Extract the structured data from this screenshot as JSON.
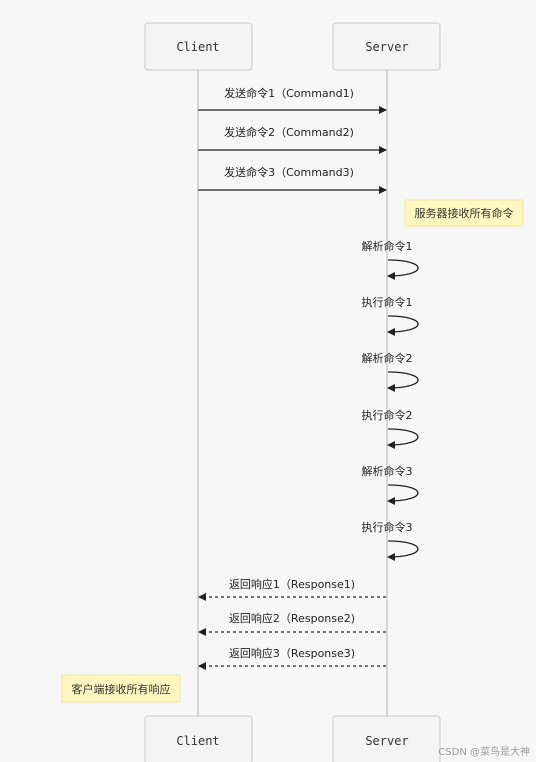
{
  "actors": {
    "client": "Client",
    "server": "Server"
  },
  "messages": [
    {
      "from": "client",
      "to": "server",
      "label": "发送命令1（Command1)",
      "style": "solid"
    },
    {
      "from": "client",
      "to": "server",
      "label": "发送命令2（Command2)",
      "style": "solid"
    },
    {
      "from": "client",
      "to": "server",
      "label": "发送命令3（Command3)",
      "style": "solid"
    },
    {
      "from": "server",
      "to": "client",
      "label": "返回响应1（Response1)",
      "style": "dashed"
    },
    {
      "from": "server",
      "to": "client",
      "label": "返回响应2（Response2)",
      "style": "dashed"
    },
    {
      "from": "server",
      "to": "client",
      "label": "返回响应3（Response3)",
      "style": "dashed"
    }
  ],
  "self_messages": [
    {
      "actor": "server",
      "label": "解析命令1"
    },
    {
      "actor": "server",
      "label": "执行命令1"
    },
    {
      "actor": "server",
      "label": "解析命令2"
    },
    {
      "actor": "server",
      "label": "执行命令2"
    },
    {
      "actor": "server",
      "label": "解析命令3"
    },
    {
      "actor": "server",
      "label": "执行命令3"
    }
  ],
  "notes": {
    "server_note": "服务器接收所有命令",
    "client_note": "客户端接收所有响应"
  },
  "watermark": "CSDN @菜鸟是大神",
  "colors": {
    "note_fill": "#fff7bf",
    "line": "#222222",
    "actor_fill": "#f4f4f4"
  }
}
